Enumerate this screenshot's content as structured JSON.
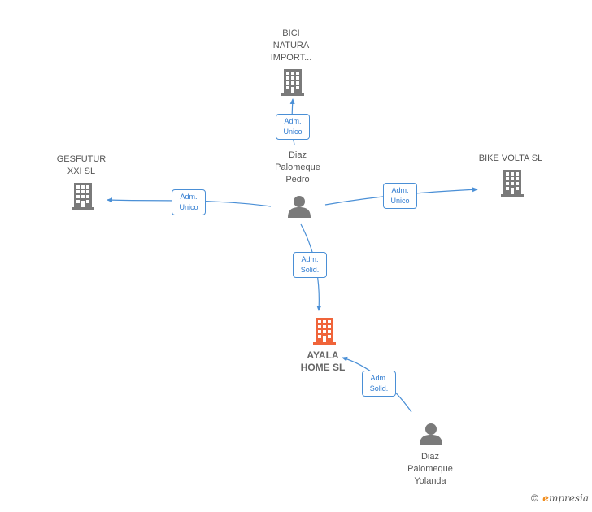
{
  "nodes": {
    "bici": {
      "label": "BICI\nNATURA\nIMPORT...",
      "type": "company"
    },
    "gesfutur": {
      "label": "GESFUTUR\nXXI SL",
      "type": "company"
    },
    "bike_volta": {
      "label": "BIKE VOLTA SL",
      "type": "company"
    },
    "ayala": {
      "label": "AYALA\nHOME  SL",
      "type": "company-focus"
    },
    "pedro": {
      "label": "Diaz\nPalomeque\nPedro",
      "type": "person"
    },
    "yolanda": {
      "label": "Diaz\nPalomeque\nYolanda",
      "type": "person"
    }
  },
  "edges": {
    "pedro_bici": {
      "label": "Adm.\nUnico"
    },
    "pedro_gesfutur": {
      "label": "Adm.\nUnico"
    },
    "pedro_bike": {
      "label": "Adm.\nUnico"
    },
    "pedro_ayala": {
      "label": "Adm.\nSolid."
    },
    "yolanda_ayala": {
      "label": "Adm.\nSolid."
    }
  },
  "colors": {
    "company": "#7a7a7a",
    "focus": "#f0643a",
    "person": "#7a7a7a",
    "edge": "#4a8fd6"
  },
  "brand": {
    "copyright": "©",
    "e": "e",
    "rest": "mpresia"
  }
}
